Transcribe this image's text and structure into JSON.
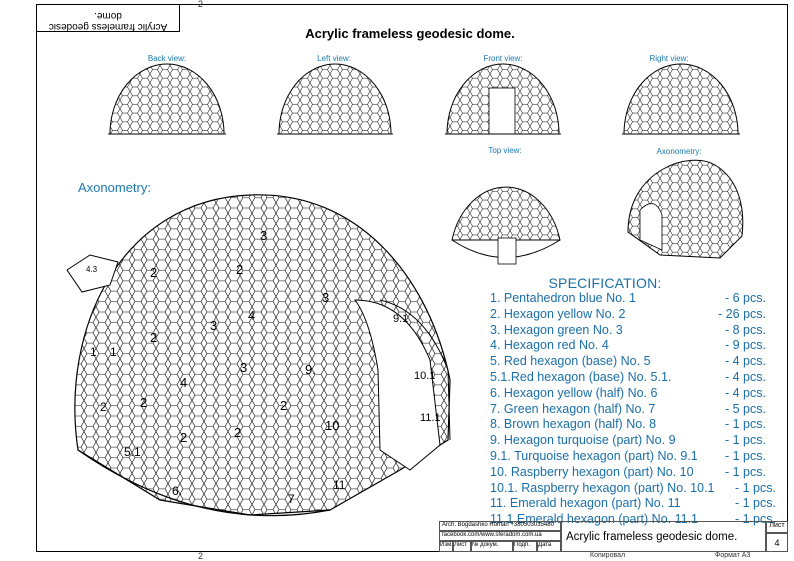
{
  "sheet": {
    "top_corner_text": "Acrylic frameless geodesic dome.",
    "title": "Acrylic frameless geodesic dome.",
    "zone_marks": [
      "2",
      "2"
    ]
  },
  "views": {
    "back": "Back view:",
    "left": "Left view:",
    "front": "Front view:",
    "right": "Right view:",
    "top": "Top view:",
    "axonometry_small": "Axonometry:"
  },
  "axonometry_label": "Axonometry:",
  "panel_labels": [
    "4.3",
    "3",
    "1",
    "2",
    "3",
    "4",
    "2",
    "2",
    "3",
    "2",
    "4",
    "1",
    "2",
    "3",
    "9.",
    "2",
    "5.1",
    "2",
    "10",
    "2",
    "6.",
    "7",
    "11",
    "9.1",
    "10.1",
    "11.1"
  ],
  "specification": {
    "title": "SPECIFICATION:",
    "items": [
      {
        "name": "1. Pentahedron blue No. 1",
        "qty": "- 6 pcs."
      },
      {
        "name": "2. Hexagon yellow No. 2",
        "qty": "- 26 pcs."
      },
      {
        "name": "3. Hexagon green No. 3",
        "qty": "- 8 pcs."
      },
      {
        "name": "4. Hexagon red No. 4",
        "qty": "- 9 pcs."
      },
      {
        "name": "5. Red hexagon (base) No. 5",
        "qty": "- 4 pcs."
      },
      {
        "name": "5.1.Red hexagon (base) No. 5.1.",
        "qty": "- 4 pcs."
      },
      {
        "name": "6. Hexagon yellow (half) No. 6",
        "qty": "- 4 pcs."
      },
      {
        "name": "7. Green hexagon (half) No. 7",
        "qty": "- 5 pcs."
      },
      {
        "name": "8. Brown hexagon (half) No. 8",
        "qty": "- 1 pcs."
      },
      {
        "name": "9. Hexagon turquoise (part) No. 9",
        "qty": "- 1 pcs."
      },
      {
        "name": "9.1. Turquoise hexagon (part) No. 9.1",
        "qty": "- 1 pcs."
      },
      {
        "name": "10. Raspberry hexagon (part) No. 10",
        "qty": "- 1 pcs."
      },
      {
        "name": "10.1. Raspberry hexagon (part) No. 10.1",
        "qty": "- 1 pcs."
      },
      {
        "name": "11. Emerald hexagon (part) No. 11",
        "qty": "- 1 pcs."
      },
      {
        "name": "11.1 Emerald hexagon (part) No. 11.1",
        "qty": "- 1 pcs."
      }
    ]
  },
  "title_block": {
    "author": "Arch. Bogdashko Roman +380503035480",
    "facebook": "facebook.com/www.sferadom.com.ua",
    "headers": [
      "Изм.",
      "Лист",
      "№ докум.",
      "Подп.",
      "Дата"
    ],
    "name": "Acrylic frameless geodesic dome.",
    "sheet_label": "Лист",
    "sheet_no": "4"
  },
  "footer": {
    "copied": "Копировал",
    "format": "Формат А3"
  },
  "colors": {
    "accent": "#1a6fa8",
    "line": "#000000"
  }
}
